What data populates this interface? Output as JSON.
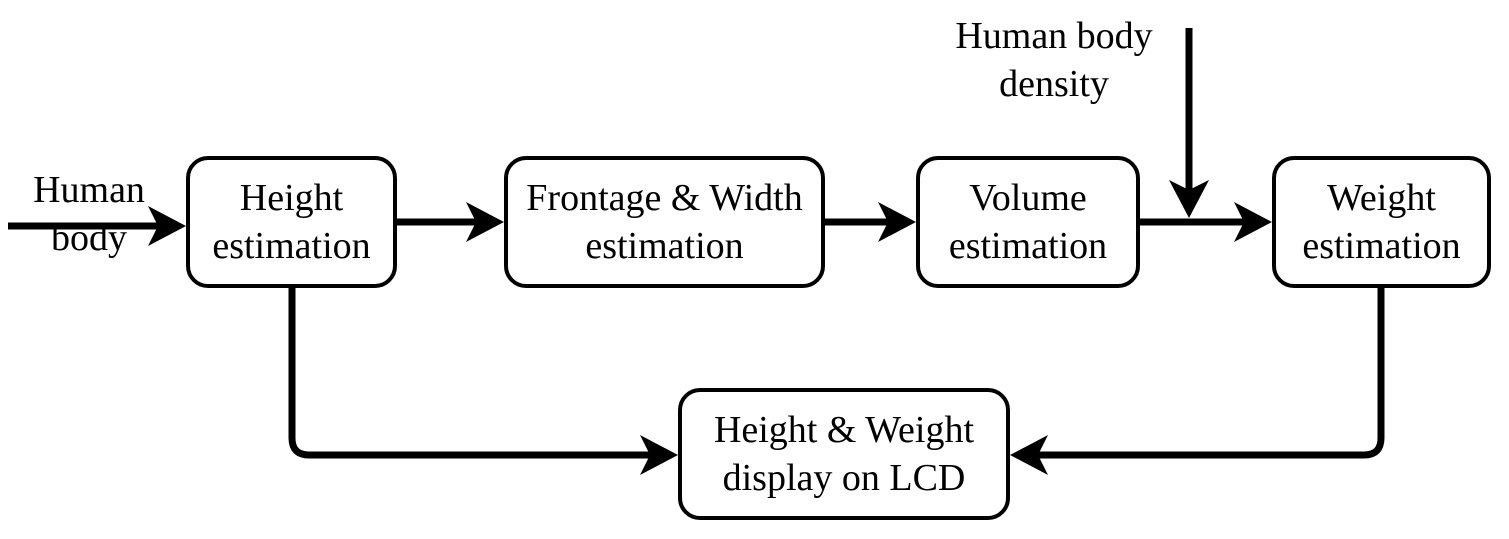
{
  "inputs": {
    "human_body": "Human\nbody",
    "human_body_density": "Human body\ndensity"
  },
  "blocks": {
    "height_estimation": "Height\nestimation",
    "frontage_width_estimation": "Frontage & Width\nestimation",
    "volume_estimation": "Volume\nestimation",
    "weight_estimation": "Weight\nestimation",
    "display": "Height & Weight\ndisplay on LCD"
  }
}
